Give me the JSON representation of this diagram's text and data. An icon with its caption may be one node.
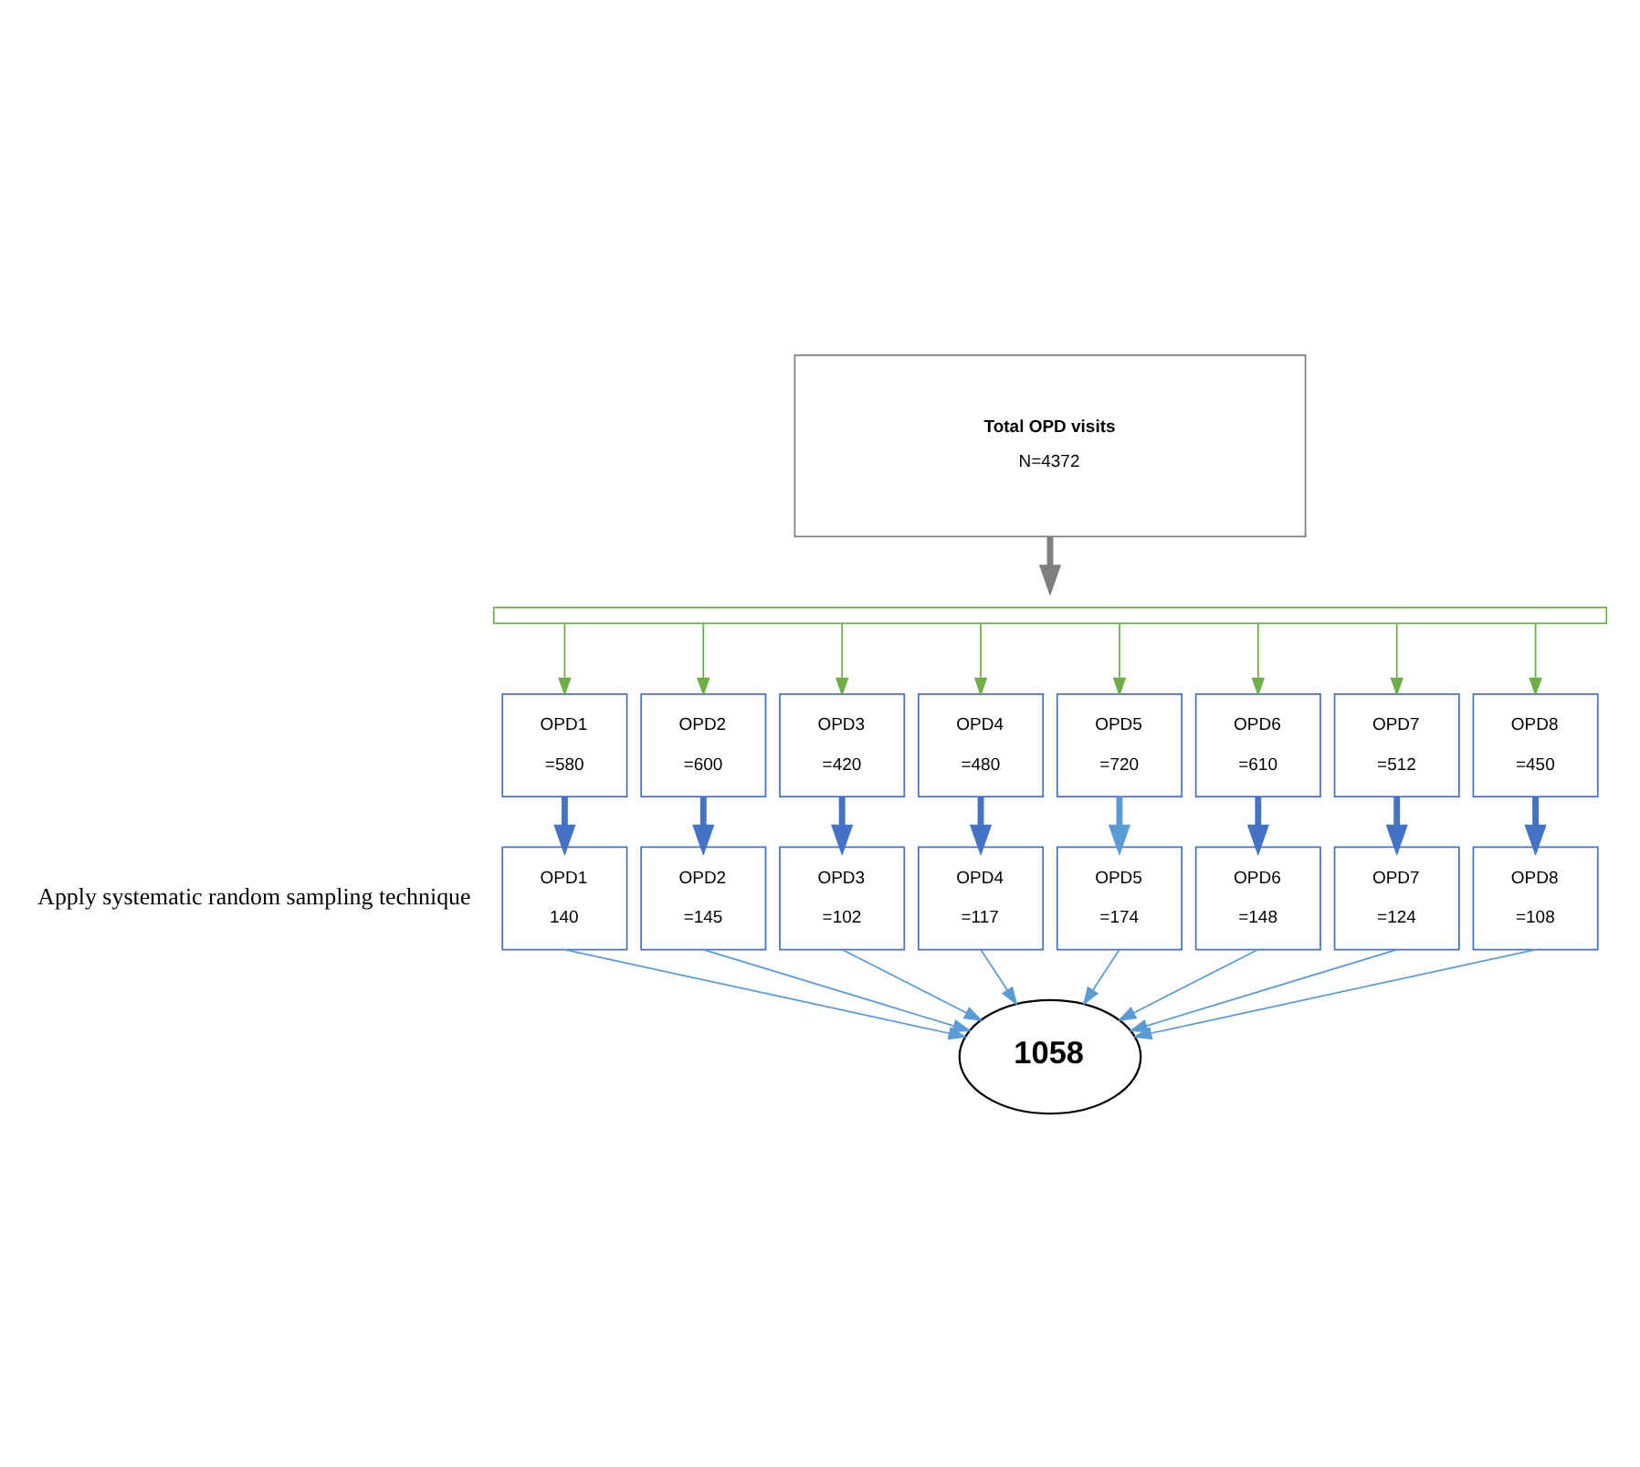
{
  "diagram": {
    "nodes": [
      {
        "text": [
          "Total OPD visits",
          "N=4372"
        ]
      },
      {
        "text": [],
        "shape": "bar"
      },
      {
        "text": [
          "OPD1",
          "=580"
        ]
      },
      {
        "text": [
          "OPD2",
          "=600"
        ]
      },
      {
        "text": [
          "OPD3",
          "=420"
        ]
      },
      {
        "text": [
          "OPD4",
          "=480"
        ]
      },
      {
        "text": [
          "OPD5",
          "=720"
        ]
      },
      {
        "text": [
          "OPD6",
          "=610"
        ]
      },
      {
        "text": [
          "OPD7",
          "=512"
        ]
      },
      {
        "text": [
          "OPD8",
          "=450"
        ]
      },
      {
        "text": [
          "OPD1",
          "140"
        ]
      },
      {
        "text": [
          "OPD2",
          "=145"
        ]
      },
      {
        "text": [
          "OPD3",
          "=102"
        ]
      },
      {
        "text": [
          "OPD4",
          "=117"
        ]
      },
      {
        "text": [
          "OPD5",
          "=174"
        ]
      },
      {
        "text": [
          "OPD6",
          "=148"
        ]
      },
      {
        "text": [
          "OPD7",
          "=124"
        ]
      },
      {
        "text": [
          "OPD8",
          "=108"
        ]
      },
      {
        "text": [
          "1058"
        ]
      }
    ],
    "edges": [
      {
        "from": 0,
        "to": 1,
        "arrow": "to",
        "style": "thick",
        "color": "#7f7f7f"
      },
      {
        "from": 1,
        "to": 2,
        "arrow": "to",
        "color": "#70ad47"
      },
      {
        "from": 1,
        "to": 3,
        "arrow": "to",
        "color": "#70ad47"
      },
      {
        "from": 1,
        "to": 4,
        "arrow": "to",
        "color": "#70ad47"
      },
      {
        "from": 1,
        "to": 5,
        "arrow": "to",
        "color": "#70ad47"
      },
      {
        "from": 1,
        "to": 6,
        "arrow": "to",
        "color": "#70ad47"
      },
      {
        "from": 1,
        "to": 7,
        "arrow": "to",
        "color": "#70ad47"
      },
      {
        "from": 1,
        "to": 8,
        "arrow": "to",
        "color": "#70ad47"
      },
      {
        "from": 1,
        "to": 9,
        "arrow": "to",
        "color": "#70ad47"
      },
      {
        "from": 2,
        "to": 10,
        "arrow": "to",
        "style": "thick",
        "color": "#4472c4"
      },
      {
        "from": 3,
        "to": 11,
        "arrow": "to",
        "style": "thick",
        "color": "#4472c4"
      },
      {
        "from": 4,
        "to": 12,
        "arrow": "to",
        "style": "thick",
        "color": "#4472c4"
      },
      {
        "from": 5,
        "to": 13,
        "arrow": "to",
        "style": "thick",
        "color": "#4472c4"
      },
      {
        "from": 6,
        "to": 14,
        "arrow": "to",
        "style": "thick",
        "color": "#5b9bd5"
      },
      {
        "from": 7,
        "to": 15,
        "arrow": "to",
        "style": "thick",
        "color": "#4472c4"
      },
      {
        "from": 8,
        "to": 16,
        "arrow": "to",
        "style": "thick",
        "color": "#4472c4"
      },
      {
        "from": 9,
        "to": 17,
        "arrow": "to",
        "style": "thick",
        "color": "#4472c4"
      },
      {
        "from": 10,
        "to": 18,
        "arrow": "to",
        "color": "#5b9bd5"
      },
      {
        "from": 11,
        "to": 18,
        "arrow": "to",
        "color": "#5b9bd5"
      },
      {
        "from": 12,
        "to": 18,
        "arrow": "to",
        "color": "#5b9bd5"
      },
      {
        "from": 13,
        "to": 18,
        "arrow": "to",
        "color": "#5b9bd5"
      },
      {
        "from": 14,
        "to": 18,
        "arrow": "to",
        "color": "#5b9bd5"
      },
      {
        "from": 15,
        "to": 18,
        "arrow": "to",
        "color": "#5b9bd5"
      },
      {
        "from": 16,
        "to": 18,
        "arrow": "to",
        "color": "#5b9bd5"
      },
      {
        "from": 17,
        "to": 18,
        "arrow": "to",
        "color": "#5b9bd5"
      }
    ],
    "labels": [
      "Apply systematic random sampling technique"
    ]
  }
}
